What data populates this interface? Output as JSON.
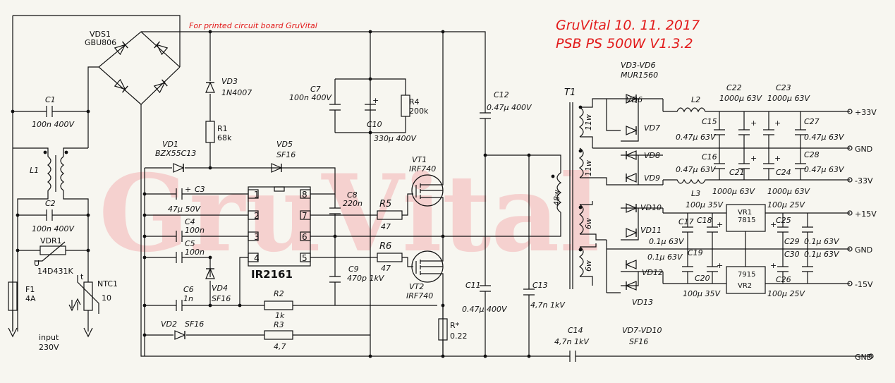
{
  "title": {
    "pcb": "For printed circuit board GruVital",
    "line1": "GruVital 10. 11. 2017",
    "line2": "PSB PS 500W V1.3.2",
    "watermark": "GruVital",
    "color": "#e21a1a"
  },
  "input": {
    "label": "input",
    "voltage": "230V"
  },
  "components": {
    "vds1": "VDS1",
    "gbu": "GBU806",
    "c1": "C1",
    "c1v": "100n 400V",
    "l1": "L1",
    "c2": "C2",
    "c2v": "100n 400V",
    "vdr1": "VDR1",
    "vdr_u": "U",
    "vdrv": "14D431K",
    "f1": "F1",
    "f1v": "4A",
    "ntc1": "NTC1",
    "ntcv": "10",
    "ntc_t": "t",
    "vd3": "VD3",
    "vd3v": "1N4007",
    "r1": "R1",
    "r1v": "68k",
    "vd1": "VD1",
    "vd1v": "BZX55C13",
    "vd5": "VD5",
    "vd5v": "SF16",
    "c3": "C3",
    "c3v": "47µ 50V",
    "c3p": "+",
    "c4": "C4",
    "c4v": "100n",
    "c5": "C5",
    "c5v": "100n",
    "c6": "C6",
    "c6v": "1n",
    "vd4": "VD4",
    "vd4v": "SF16",
    "vd2": "VD2",
    "vd2v": "SF16",
    "r2": "R2",
    "r2v": "1k",
    "r3": "R3",
    "r3v": "4,7",
    "ic": "IR2161",
    "p1": "1",
    "p2": "2",
    "p3": "3",
    "p4": "4",
    "p5": "5",
    "p6": "6",
    "p7": "7",
    "p8": "8",
    "c8": "C8",
    "c8v": "220n",
    "c9": "C9",
    "c9v": "470p 1kV",
    "r5": "R5",
    "r5v": "47",
    "r6": "R6",
    "r6v": "47",
    "c7": "C7",
    "c7v": "100n 400V",
    "c10": "C10",
    "c10v": "330µ 400V",
    "c10p": "+",
    "r4": "R4",
    "r4v": "200k",
    "vt1": "VT1",
    "vt1v": "IRF740",
    "vt2": "VT2",
    "vt2v": "IRF740",
    "c12": "C12",
    "c12v": "0.47µ 400V",
    "c11": "C11",
    "c11v": "0.47µ 400V",
    "c13": "C13",
    "c13v": "4,7n 1kV",
    "c14": "C14",
    "c14v": "4,7n 1kV",
    "rs": "R*",
    "rsv": "0.22",
    "t1": "T1",
    "w11a": "11w",
    "w11b": "11w",
    "w48": "48w",
    "w6a": "6w",
    "w6b": "6w",
    "vd36": "VD3-VD6",
    "mur": "MUR1560",
    "vd6": "VD6",
    "vd7": "VD7",
    "vd8": "VD8",
    "vd9": "VD9",
    "vd10": "VD10",
    "vd11": "VD11",
    "vd12": "VD12",
    "vd13": "VD13",
    "vd710": "VD7-VD10",
    "vd710v": "SF16",
    "l2": "L2",
    "l3": "L3",
    "c15": "C15",
    "c15v": "0.47µ 63V",
    "c16": "C16",
    "c16v": "0.47µ 63V",
    "c22": "C22",
    "c22v": "1000µ 63V",
    "c23": "C23",
    "c23v": "1000µ 63V",
    "c21v": "C21",
    "c21val": "1000µ 63V",
    "c24": "C24",
    "c24v": "1000µ 63V",
    "c27": "C27",
    "c27v": "0.47µ 63V",
    "c28": "C28",
    "c28v": "0.47µ 63V",
    "c17": "C17",
    "c17v": "100µ 35V",
    "c18": "C18",
    "c18v": "0.1µ 63V",
    "c19": "C19",
    "c19v": "0.1µ 63V",
    "c20": "C20",
    "c20v": "100µ 35V",
    "c25": "C25",
    "c25v": "100µ 25V",
    "c26": "C26",
    "c26v": "100µ 25V",
    "c29": "C29",
    "c29v": "0.1µ 63V",
    "c30": "C30",
    "c30v": "0.1µ 63V",
    "vr1": "VR1",
    "vr1v": "7815",
    "vr2": "VR2",
    "vr2v": "7915",
    "plus": "+"
  },
  "outputs": {
    "p33": "+33V",
    "gnd1": "GND",
    "m33": "-33V",
    "p15": "+15V",
    "gnd2": "GND",
    "m15": "-15V",
    "gnd3": "GND"
  }
}
